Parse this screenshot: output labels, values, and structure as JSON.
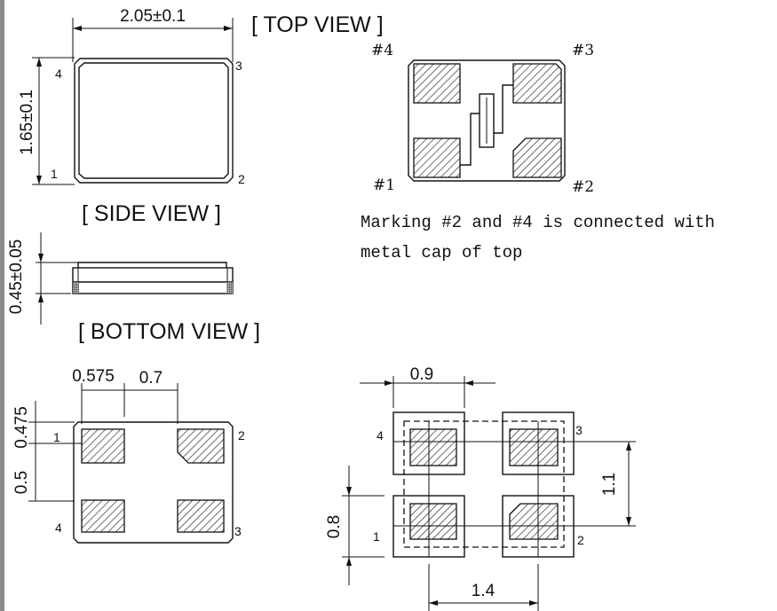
{
  "views": {
    "top": "[ TOP VIEW ]",
    "side": "[ SIDE VIEW ]",
    "bottom": "[ BOTTOM VIEW ]"
  },
  "top_view": {
    "width_dim": "2.05±0.1",
    "height_dim": "1.65±0.1",
    "pins": [
      "1",
      "2",
      "3",
      "4"
    ]
  },
  "side_view": {
    "thickness_dim": "0.45±0.05"
  },
  "bottom_view": {
    "dim_a": "0.575",
    "dim_b": "0.7",
    "dim_c": "0.475",
    "dim_d": "0.5",
    "pins": [
      "1",
      "2",
      "3",
      "4"
    ]
  },
  "internal_view": {
    "pins": [
      "#1",
      "#2",
      "#3",
      "#4"
    ],
    "note_line1": "Marking #2 and #4 is connected with",
    "note_line2": "metal cap of top"
  },
  "land_pattern": {
    "dim_pad_width": "0.9",
    "dim_pitch_y": "1.1",
    "dim_pad_height": "0.8",
    "dim_pitch_x": "1.4",
    "pins": [
      "1",
      "2",
      "3",
      "4"
    ]
  }
}
